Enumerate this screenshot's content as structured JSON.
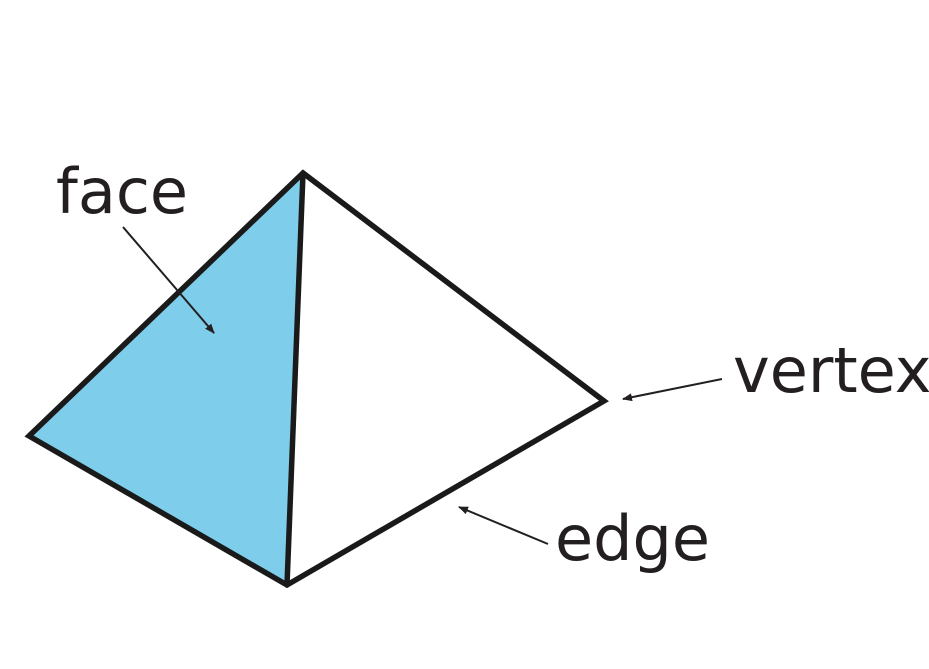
{
  "diagram": {
    "labels": {
      "face": "face",
      "vertex": "vertex",
      "edge": "edge"
    },
    "colors": {
      "face_fill": "#7ecdea",
      "stroke": "#1a1a1a",
      "label_text": "#231f20",
      "background": "#ffffff"
    }
  }
}
